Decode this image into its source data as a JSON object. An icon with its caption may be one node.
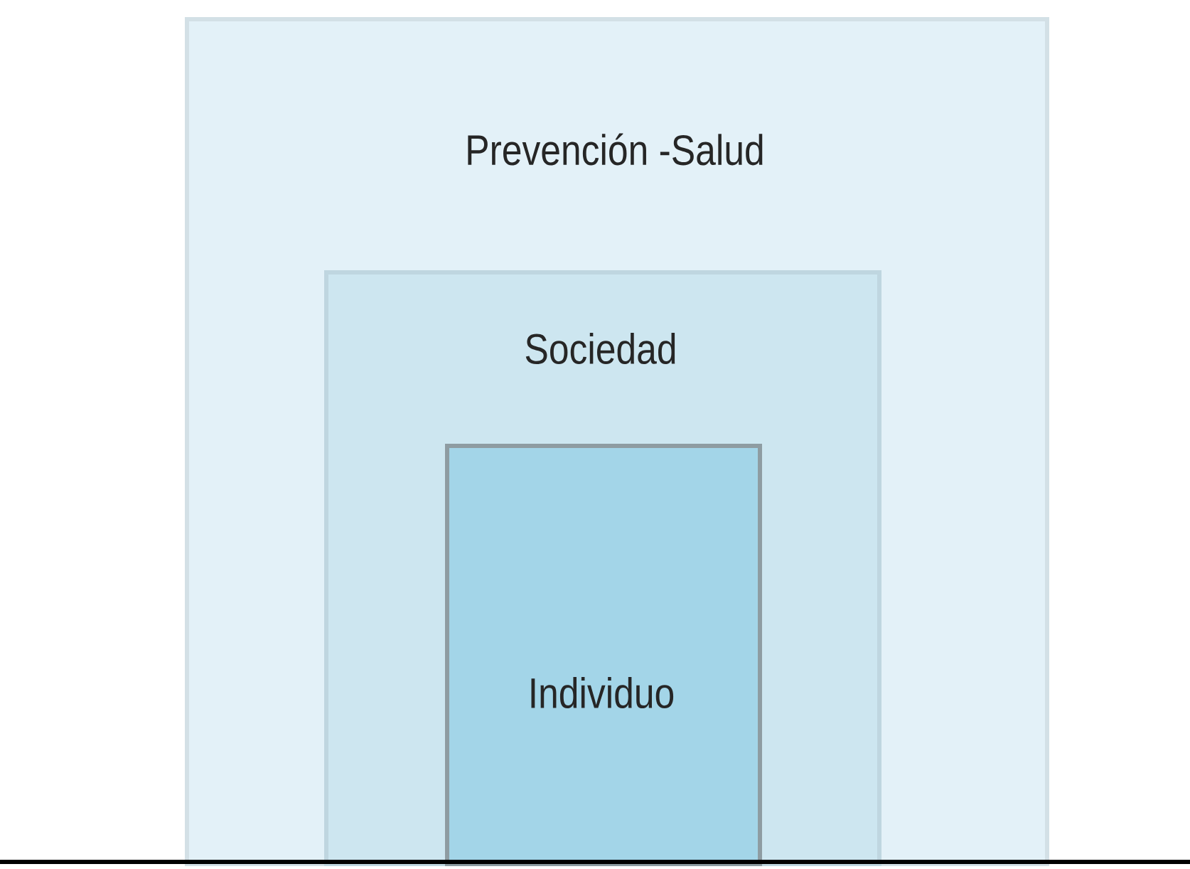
{
  "diagram": {
    "nodes": [
      {
        "text": [
          "Prevención -Salud"
        ]
      },
      {
        "text": [
          "Sociedad"
        ],
        "in": 0
      },
      {
        "text": [
          "Individuo"
        ],
        "in": 1
      }
    ]
  }
}
